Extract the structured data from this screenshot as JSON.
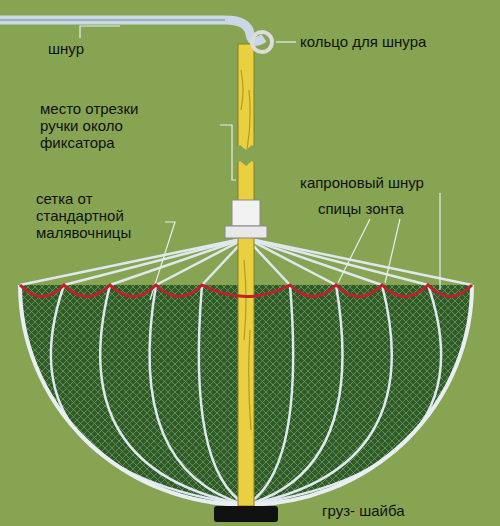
{
  "diagram": {
    "labels": [
      "шнур",
      "кольцо для шнура",
      "место отрезки ручки около фиксатора",
      "капроновый шнур",
      "спицы зонта",
      "сетка от стандартной малявочницы",
      "груз- шайба"
    ]
  }
}
